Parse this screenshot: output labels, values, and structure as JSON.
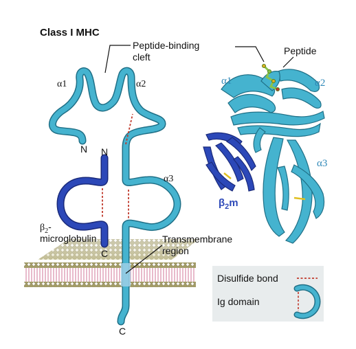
{
  "title": "Class I MHC",
  "labels": {
    "cleft_line1": "Peptide-binding",
    "cleft_line2": "cleft",
    "peptide": "Peptide",
    "alpha1": "α1",
    "alpha2": "α2",
    "alpha3": "α3",
    "n_terminus_heavy": "N",
    "n_terminus_b2m": "N",
    "c_terminus_b2m": "C",
    "c_terminus_heavy": "C",
    "b2m_line1": "β",
    "b2m_sub": "2",
    "b2m_line1_suffix": "-",
    "b2m_line2": "microglobulin",
    "tm_line1": "Transmembrane",
    "tm_line2": "region",
    "ribbon_alpha1": "α1",
    "ribbon_alpha2": "α2",
    "ribbon_alpha3": "α3",
    "ribbon_b2m": "β",
    "ribbon_b2m_sub": "2",
    "ribbon_b2m_suffix": "m"
  },
  "legend": {
    "disulfide": "Disulfide bond",
    "ig_domain": "Ig domain"
  },
  "colors": {
    "heavy_chain": "#45b3cf",
    "heavy_outline": "#1f6f86",
    "b2m": "#2c48b8",
    "b2m_outline": "#1a2a7a",
    "disulfide": "#c0392b",
    "peptide": "#8bc34a",
    "membrane_head": "#a8a070",
    "membrane_tail": "#e9b8c8",
    "legend_bg": "#e8eced"
  }
}
